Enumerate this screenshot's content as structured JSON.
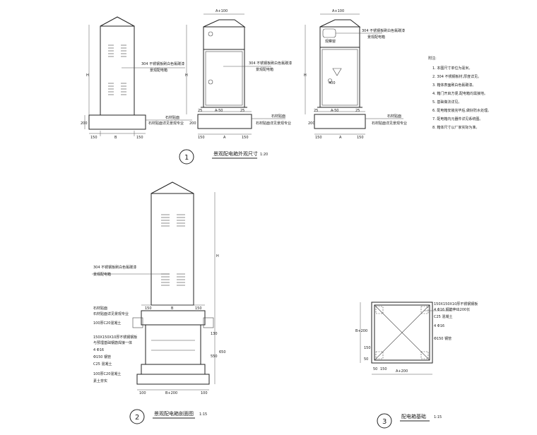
{
  "view1": {
    "side": {
      "dim_left": "150",
      "dim_mid": "B",
      "dim_right": "150",
      "dim_height": "H",
      "dim_base": "200",
      "note1": "304 不锈钢板刷白色氟碳漆",
      "note2": "景观配电箱",
      "note3": "石材贴面",
      "note4": "石材贴面详见景观专业"
    },
    "front": {
      "dim_top": "A+100",
      "dim_25a": "25",
      "dim_a50": "A-50",
      "dim_25b": "25",
      "dim_left": "150",
      "dim_mid": "A",
      "dim_right": "150",
      "dim_height": "H",
      "dim_base": "200",
      "note1": "304 不锈钢板刷白色氟碳漆",
      "note2": "景观配电箱",
      "note3": "石材贴面",
      "note4": "石材贴面详见景观专业"
    },
    "third": {
      "dim_top": "A+100",
      "dim_25a": "25",
      "dim_a50": "A-50",
      "dim_25b": "25",
      "dim_left": "150",
      "dim_mid": "A",
      "dim_right": "150",
      "dim_height": "H",
      "dim_base": "200",
      "note1": "304 不锈钢板刷白色氟碳漆",
      "note2": "景观配电箱",
      "window": "观察窗",
      "sign": "400",
      "note3": "石材贴面",
      "note4": "石材贴面详见景观专业"
    }
  },
  "notes": {
    "title": "附注:",
    "items": [
      "1. 本图尺寸单位为毫米。",
      "2. 304 不锈钢板材,厚度详见。",
      "3. 箱体表面刷白色氟碳漆。",
      "4. 箱门开启方便,配电箱均需接地。",
      "5. 基础做法详见。",
      "6. 配电箱安装完毕后,做好防水处理。",
      "7. 配电箱内元器件详见系统图。",
      "8. 箱体尺寸以厂家实际为准。"
    ]
  },
  "titles": [
    {
      "number": "1",
      "text": "景观配电箱外观尺寸",
      "scale": "1:20"
    },
    {
      "number": "2",
      "text": "景观配电箱剖面图",
      "scale": "1:15"
    },
    {
      "number": "3",
      "text": "配电箱基础",
      "scale": "1:15"
    }
  ],
  "view2": {
    "dim_height": "H",
    "dim_130": "130",
    "dim_550": "550",
    "dim_650": "650",
    "dim_top_left": "150",
    "dim_top_mid": "B",
    "dim_top_right": "150",
    "dim_bot_left": "100",
    "dim_bot_mid": "B+200",
    "dim_bot_right": "100",
    "labels": [
      "304 不锈钢板刷白色氟碳漆",
      "景观配电箱",
      "石材贴面",
      "石材贴面详见景观专业",
      "100厚C20混凝土",
      "150X150X10厚不锈钢钢板",
      "与预埋基础钢筋焊接一体",
      "4 Φ16",
      "Φ150 钢管",
      "C25 混凝土",
      "100厚C20混凝土",
      "素土夯实"
    ]
  },
  "view3": {
    "dim_height": "B+200",
    "dim_150v": "150",
    "dim_50v": "50",
    "dim_50": "50",
    "dim_150": "150",
    "dim_width": "A+200",
    "labels": [
      "150X150X10厚不锈钢钢板",
      "4 Φ16 钢筋伸出200长",
      "C25 混凝土",
      "4 Φ16",
      "Φ150 钢管"
    ]
  }
}
